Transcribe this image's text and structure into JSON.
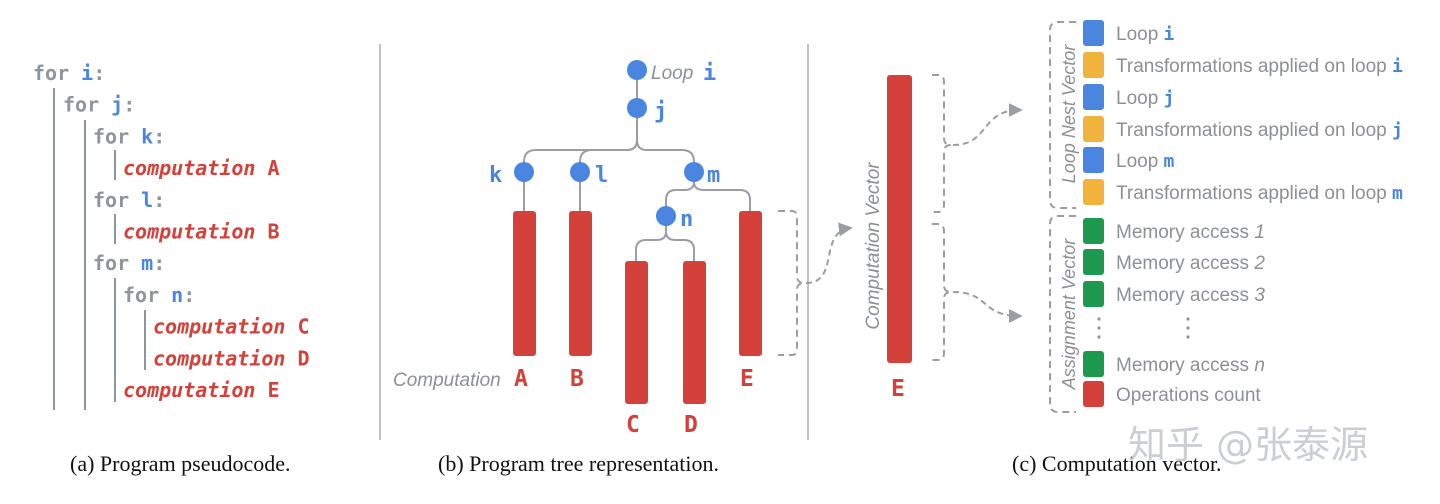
{
  "code": {
    "kw_for": "for",
    "colon": ":",
    "lines": [
      {
        "kind": "for",
        "var": "i"
      },
      {
        "kind": "for",
        "var": "j"
      },
      {
        "kind": "for",
        "var": "k"
      },
      {
        "kind": "comp",
        "word": "computation",
        "id": "A"
      },
      {
        "kind": "for",
        "var": "l"
      },
      {
        "kind": "comp",
        "word": "computation",
        "id": "B"
      },
      {
        "kind": "for",
        "var": "m"
      },
      {
        "kind": "for",
        "var": "n"
      },
      {
        "kind": "comp",
        "word": "computation",
        "id": "C"
      },
      {
        "kind": "comp",
        "word": "computation",
        "id": "D"
      },
      {
        "kind": "comp",
        "word": "computation",
        "id": "E"
      }
    ]
  },
  "tree": {
    "loop_word": "Loop",
    "root_var": "i",
    "node_j": "j",
    "node_k": "k",
    "node_l": "l",
    "node_m": "m",
    "node_n": "n",
    "computation_word": "Computation",
    "leaves": [
      "A",
      "B",
      "C",
      "D",
      "E"
    ]
  },
  "vector": {
    "side_label": "Computation Vector",
    "bar_label": "E",
    "loop_nest_label": "Loop Nest Vector",
    "assignment_label": "Assignment Vector",
    "ellipsis": "⋮",
    "rows": [
      {
        "color": "#4a86e0",
        "text": "Loop ",
        "code": "i"
      },
      {
        "color": "#f2b33d",
        "text": "Transformations applied on loop ",
        "code": "i"
      },
      {
        "color": "#4a86e0",
        "text": "Loop ",
        "code": "j"
      },
      {
        "color": "#f2b33d",
        "text": "Transformations applied on loop ",
        "code": "j"
      },
      {
        "color": "#4a86e0",
        "text": "Loop ",
        "code": "m"
      },
      {
        "color": "#f2b33d",
        "text": "Transformations applied on loop ",
        "code": "m"
      },
      {
        "color": "#1e9a50",
        "text": "Memory access ",
        "italic": "1"
      },
      {
        "color": "#1e9a50",
        "text": "Memory access ",
        "italic": "2"
      },
      {
        "color": "#1e9a50",
        "text": "Memory access ",
        "italic": "3"
      },
      {
        "color": "#1e9a50",
        "text": "Memory access ",
        "italic": "n"
      },
      {
        "color": "#d4413a",
        "text": "Operations count"
      }
    ]
  },
  "captions": {
    "a": "(a) Program pseudocode.",
    "b": "(b) Program tree representation.",
    "c": "(c) Computation vector."
  },
  "watermark": "知乎 @张泰源",
  "colors": {
    "blue": "#4a86e0",
    "orange": "#f2b33d",
    "green": "#1e9a50",
    "red": "#d4413a",
    "grey": "#8f959c"
  }
}
